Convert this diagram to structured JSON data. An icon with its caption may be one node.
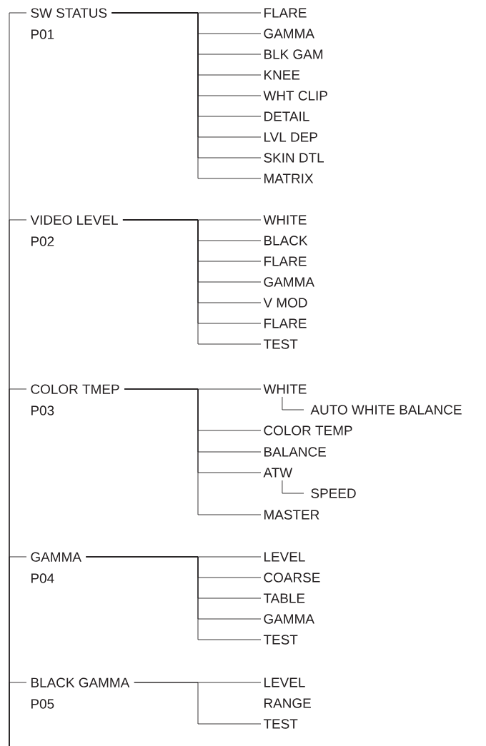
{
  "diagram": {
    "nodes": [
      {
        "text": [
          "SW STATUS",
          "P01"
        ]
      },
      {
        "text": [
          "FLARE"
        ]
      },
      {
        "text": [
          "GAMMA"
        ]
      },
      {
        "text": [
          "BLK GAM"
        ]
      },
      {
        "text": [
          "KNEE"
        ]
      },
      {
        "text": [
          "WHT CLIP"
        ]
      },
      {
        "text": [
          "DETAIL"
        ]
      },
      {
        "text": [
          "LVL DEP"
        ]
      },
      {
        "text": [
          "SKIN DTL"
        ]
      },
      {
        "text": [
          "MATRIX"
        ]
      },
      {
        "text": [
          "VIDEO LEVEL",
          "P02"
        ]
      },
      {
        "text": [
          "WHITE"
        ]
      },
      {
        "text": [
          "BLACK"
        ]
      },
      {
        "text": [
          "FLARE"
        ]
      },
      {
        "text": [
          "GAMMA"
        ]
      },
      {
        "text": [
          "V MOD"
        ]
      },
      {
        "text": [
          "FLARE"
        ]
      },
      {
        "text": [
          "TEST"
        ]
      },
      {
        "text": [
          "COLOR TMEP",
          "P03"
        ]
      },
      {
        "text": [
          "WHITE"
        ]
      },
      {
        "text": [
          "AUTO WHITE BALANCE"
        ]
      },
      {
        "text": [
          "COLOR TEMP"
        ]
      },
      {
        "text": [
          "BALANCE"
        ]
      },
      {
        "text": [
          "ATW"
        ]
      },
      {
        "text": [
          "SPEED"
        ]
      },
      {
        "text": [
          "MASTER"
        ]
      },
      {
        "text": [
          "GAMMA",
          "P04"
        ]
      },
      {
        "text": [
          "LEVEL"
        ]
      },
      {
        "text": [
          "COARSE"
        ]
      },
      {
        "text": [
          "TABLE"
        ]
      },
      {
        "text": [
          "GAMMA"
        ]
      },
      {
        "text": [
          "TEST"
        ]
      },
      {
        "text": [
          "BLACK GAMMA",
          "P05"
        ]
      },
      {
        "text": [
          "LEVEL"
        ]
      },
      {
        "text": [
          "TEST"
        ]
      }
    ],
    "edges": [
      {
        "from": null,
        "to": 0,
        "arrow": "none"
      },
      {
        "from": 0,
        "to": 1,
        "arrow": "none"
      },
      {
        "from": 0,
        "to": 2,
        "arrow": "none"
      },
      {
        "from": 0,
        "to": 3,
        "arrow": "none"
      },
      {
        "from": 0,
        "to": 4,
        "arrow": "none"
      },
      {
        "from": 0,
        "to": 5,
        "arrow": "none"
      },
      {
        "from": 0,
        "to": 6,
        "arrow": "none"
      },
      {
        "from": 0,
        "to": 7,
        "arrow": "none"
      },
      {
        "from": 0,
        "to": 8,
        "arrow": "none"
      },
      {
        "from": 0,
        "to": 9,
        "arrow": "none"
      },
      {
        "from": null,
        "to": 10,
        "arrow": "none"
      },
      {
        "from": 10,
        "to": 11,
        "arrow": "none"
      },
      {
        "from": 10,
        "to": 12,
        "arrow": "none"
      },
      {
        "from": 10,
        "to": 13,
        "arrow": "none"
      },
      {
        "from": 10,
        "to": 14,
        "arrow": "none"
      },
      {
        "from": 10,
        "to": 15,
        "arrow": "none"
      },
      {
        "from": 10,
        "to": 16,
        "arrow": "none"
      },
      {
        "from": 10,
        "to": 17,
        "arrow": "none"
      },
      {
        "from": null,
        "to": 18,
        "arrow": "none"
      },
      {
        "from": 18,
        "to": 19,
        "arrow": "none"
      },
      {
        "from": 19,
        "to": 20,
        "arrow": "none"
      },
      {
        "from": 18,
        "to": 21,
        "arrow": "none"
      },
      {
        "from": 18,
        "to": 22,
        "arrow": "none"
      },
      {
        "from": 18,
        "to": 23,
        "arrow": "none"
      },
      {
        "from": 23,
        "to": 24,
        "arrow": "none"
      },
      {
        "from": 18,
        "to": 25,
        "arrow": "none"
      },
      {
        "from": null,
        "to": 26,
        "arrow": "none"
      },
      {
        "from": 26,
        "to": 27,
        "arrow": "none"
      },
      {
        "from": 26,
        "to": 28,
        "arrow": "none"
      },
      {
        "from": 26,
        "to": 29,
        "arrow": "none"
      },
      {
        "from": 26,
        "to": 30,
        "arrow": "none"
      },
      {
        "from": 26,
        "to": 31,
        "arrow": "none"
      },
      {
        "from": null,
        "to": 32,
        "arrow": "none"
      },
      {
        "from": 32,
        "to": 33,
        "arrow": "none"
      },
      {
        "from": 32,
        "to": 34,
        "arrow": "none"
      }
    ],
    "labels": [
      "RANGE"
    ]
  }
}
